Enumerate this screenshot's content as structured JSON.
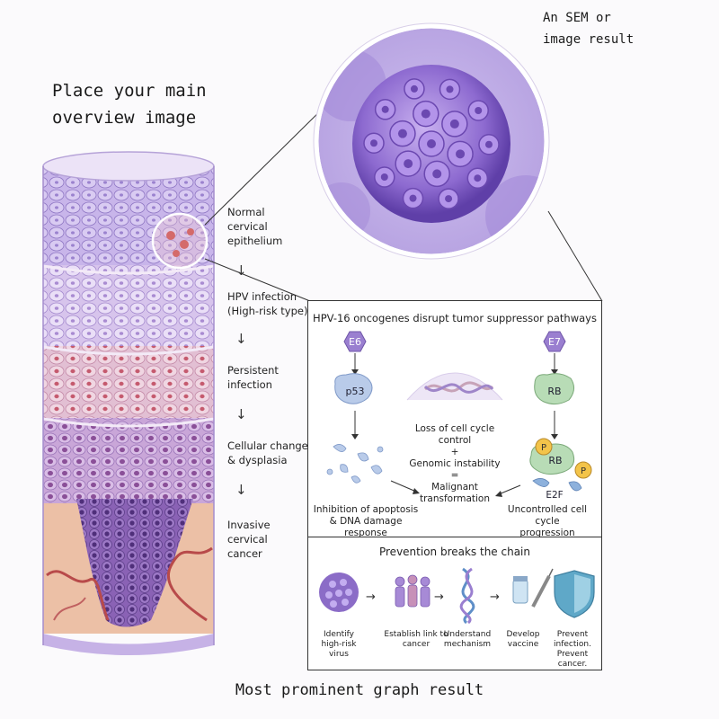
{
  "titles": {
    "overview": [
      "Place your main",
      "overview image"
    ],
    "sem": [
      "An SEM or",
      "image result"
    ],
    "graph": "Most prominent graph result"
  },
  "progression": [
    {
      "lines": [
        "Normal",
        "cervical",
        "epithelium"
      ]
    },
    {
      "lines": [
        "HPV infection",
        "(High-risk type)"
      ]
    },
    {
      "lines": [
        "Persistent",
        "infection"
      ]
    },
    {
      "lines": [
        "Cellular changes",
        "& dysplasia"
      ]
    },
    {
      "lines": [
        "Invasive",
        "cervical",
        "cancer"
      ]
    }
  ],
  "mechanism": {
    "title": "HPV-16 oncogenes disrupt tumor suppressor pathways",
    "e6": "E6",
    "e7": "E7",
    "p53": "p53",
    "rb": "RB",
    "rb_bound": "RB",
    "phospho": "P",
    "e2f": "E2F",
    "center": [
      "Loss of cell cycle",
      "control",
      "+",
      "Genomic instability",
      "=",
      "Malignant",
      "transformation"
    ],
    "left_outcome": [
      "Inhibition of apoptosis",
      "& DNA damage response"
    ],
    "right_outcome": [
      "Uncontrolled cell cycle",
      "progression"
    ]
  },
  "prevention": {
    "title": "Prevention breaks the chain",
    "steps": [
      {
        "lines": [
          "Identify",
          "high-risk virus"
        ],
        "icon": "virus-icon"
      },
      {
        "lines": [
          "Establish link to",
          "cancer"
        ],
        "icon": "people-icon"
      },
      {
        "lines": [
          "Understand",
          "mechanism"
        ],
        "icon": "dna-icon"
      },
      {
        "lines": [
          "Develop",
          "vaccine"
        ],
        "icon": "vaccine-icon"
      },
      {
        "lines": [
          "Prevent infection.",
          "Prevent cancer."
        ],
        "icon": "shield-icon"
      }
    ]
  },
  "colors": {
    "purple": "#8b6cc7",
    "lavender": "#b9a4e0",
    "pink": "#e8a9b4",
    "vessel": "#b84a4a",
    "phospho": "#f3c44a",
    "shield": "#5fa8c8"
  }
}
